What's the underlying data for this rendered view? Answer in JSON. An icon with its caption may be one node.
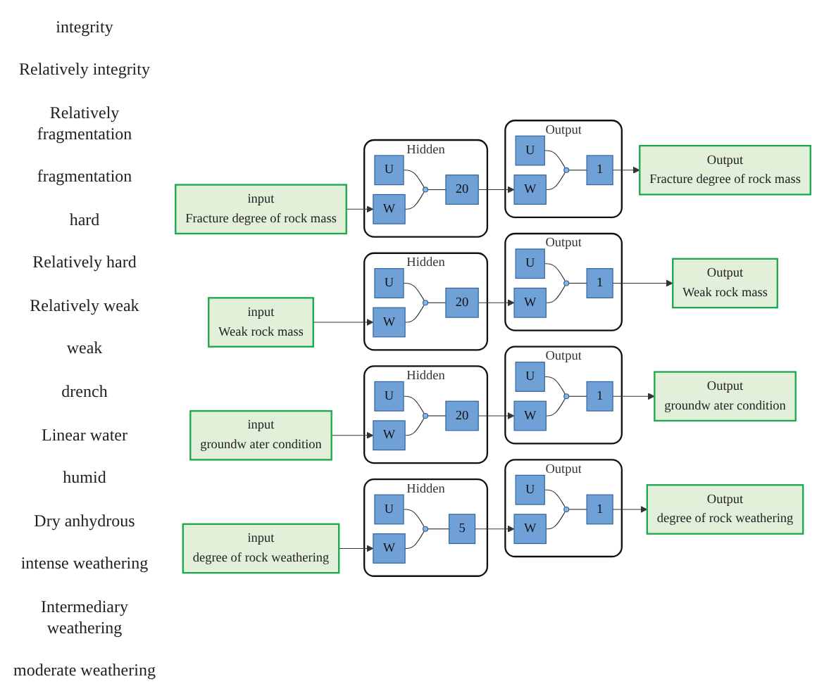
{
  "diagram": {
    "nodes": [
      {
        "text": [
          "input",
          "Fracture degree of rock mass"
        ]
      },
      {
        "text": [
          "Hidden"
        ]
      },
      {
        "text": [
          "U"
        ],
        "in": 1
      },
      {
        "text": [
          "W"
        ],
        "in": 1
      },
      {
        "text": [],
        "shape": "circle",
        "in": 1
      },
      {
        "text": [
          "20"
        ],
        "in": 1
      },
      {
        "text": [
          "Output"
        ]
      },
      {
        "text": [
          "U"
        ],
        "in": 6
      },
      {
        "text": [
          "W"
        ],
        "in": 6
      },
      {
        "text": [],
        "shape": "circle",
        "in": 6
      },
      {
        "text": [
          "1"
        ],
        "in": 6
      },
      {
        "text": [
          "Output",
          "Fracture degree of rock mass"
        ]
      },
      {
        "text": [
          "input",
          "Weak rock mass"
        ]
      },
      {
        "text": [
          "Hidden"
        ]
      },
      {
        "text": [
          "U"
        ],
        "in": 13
      },
      {
        "text": [
          "W"
        ],
        "in": 13
      },
      {
        "text": [],
        "shape": "circle",
        "in": 13
      },
      {
        "text": [
          "20"
        ],
        "in": 13
      },
      {
        "text": [
          "Output"
        ]
      },
      {
        "text": [
          "U"
        ],
        "in": 18
      },
      {
        "text": [
          "W"
        ],
        "in": 18
      },
      {
        "text": [],
        "shape": "circle",
        "in": 18
      },
      {
        "text": [
          "1"
        ],
        "in": 18
      },
      {
        "text": [
          "Output",
          "Weak rock mass"
        ]
      },
      {
        "text": [
          "input",
          "groundw ater condition"
        ]
      },
      {
        "text": [
          "Hidden"
        ]
      },
      {
        "text": [
          "U"
        ],
        "in": 25
      },
      {
        "text": [
          "W"
        ],
        "in": 25
      },
      {
        "text": [],
        "shape": "circle",
        "in": 25
      },
      {
        "text": [
          "20"
        ],
        "in": 25
      },
      {
        "text": [
          "Output"
        ]
      },
      {
        "text": [
          "U"
        ],
        "in": 30
      },
      {
        "text": [
          "W"
        ],
        "in": 30
      },
      {
        "text": [],
        "shape": "circle",
        "in": 30
      },
      {
        "text": [
          "1"
        ],
        "in": 30
      },
      {
        "text": [
          "Output",
          "groundw ater condition"
        ]
      },
      {
        "text": [
          "input",
          "degree of rock weathering"
        ]
      },
      {
        "text": [
          "Hidden"
        ]
      },
      {
        "text": [
          "U"
        ],
        "in": 37
      },
      {
        "text": [
          "W"
        ],
        "in": 37
      },
      {
        "text": [],
        "shape": "circle",
        "in": 37
      },
      {
        "text": [
          "5"
        ],
        "in": 37
      },
      {
        "text": [
          "Output"
        ]
      },
      {
        "text": [
          "U"
        ],
        "in": 42
      },
      {
        "text": [
          "W"
        ],
        "in": 42
      },
      {
        "text": [],
        "shape": "circle",
        "in": 42
      },
      {
        "text": [
          "1"
        ],
        "in": 42
      },
      {
        "text": [
          "Output",
          "degree of rock weathering"
        ]
      }
    ],
    "edges": [
      {
        "from": 0,
        "to": 3,
        "arrow": "to"
      },
      {
        "from": 2,
        "to": 4,
        "arrow": "none"
      },
      {
        "from": 3,
        "to": 4,
        "arrow": "none"
      },
      {
        "from": 4,
        "to": 5,
        "arrow": "none"
      },
      {
        "from": 5,
        "to": 8,
        "arrow": "to"
      },
      {
        "from": 7,
        "to": 9,
        "arrow": "none"
      },
      {
        "from": 8,
        "to": 9,
        "arrow": "none"
      },
      {
        "from": 9,
        "to": 10,
        "arrow": "none"
      },
      {
        "from": 10,
        "to": 11,
        "arrow": "to"
      },
      {
        "from": 12,
        "to": 15,
        "arrow": "to"
      },
      {
        "from": 14,
        "to": 16,
        "arrow": "none"
      },
      {
        "from": 15,
        "to": 16,
        "arrow": "none"
      },
      {
        "from": 16,
        "to": 17,
        "arrow": "none"
      },
      {
        "from": 17,
        "to": 20,
        "arrow": "to"
      },
      {
        "from": 19,
        "to": 21,
        "arrow": "none"
      },
      {
        "from": 20,
        "to": 21,
        "arrow": "none"
      },
      {
        "from": 21,
        "to": 22,
        "arrow": "none"
      },
      {
        "from": 22,
        "to": 23,
        "arrow": "to"
      },
      {
        "from": 24,
        "to": 27,
        "arrow": "to"
      },
      {
        "from": 26,
        "to": 28,
        "arrow": "none"
      },
      {
        "from": 27,
        "to": 28,
        "arrow": "none"
      },
      {
        "from": 28,
        "to": 29,
        "arrow": "none"
      },
      {
        "from": 29,
        "to": 32,
        "arrow": "to"
      },
      {
        "from": 31,
        "to": 33,
        "arrow": "none"
      },
      {
        "from": 32,
        "to": 33,
        "arrow": "none"
      },
      {
        "from": 33,
        "to": 34,
        "arrow": "none"
      },
      {
        "from": 34,
        "to": 35,
        "arrow": "to"
      },
      {
        "from": 36,
        "to": 39,
        "arrow": "to"
      },
      {
        "from": 38,
        "to": 40,
        "arrow": "none"
      },
      {
        "from": 39,
        "to": 40,
        "arrow": "none"
      },
      {
        "from": 40,
        "to": 41,
        "arrow": "none"
      },
      {
        "from": 41,
        "to": 44,
        "arrow": "to"
      },
      {
        "from": 43,
        "to": 45,
        "arrow": "none"
      },
      {
        "from": 44,
        "to": 45,
        "arrow": "none"
      },
      {
        "from": 45,
        "to": 46,
        "arrow": "none"
      },
      {
        "from": 46,
        "to": 47,
        "arrow": "to"
      }
    ],
    "labels": [
      "integrity",
      "Relatively integrity",
      "Relatively fragmentation",
      "fragmentation",
      "hard",
      "Relatively hard",
      "Relatively weak",
      "weak",
      "drench",
      "Linear water",
      "humid",
      "Dry anhydrous",
      "intense weathering",
      "Intermediary weathering",
      "moderate weathering"
    ]
  }
}
